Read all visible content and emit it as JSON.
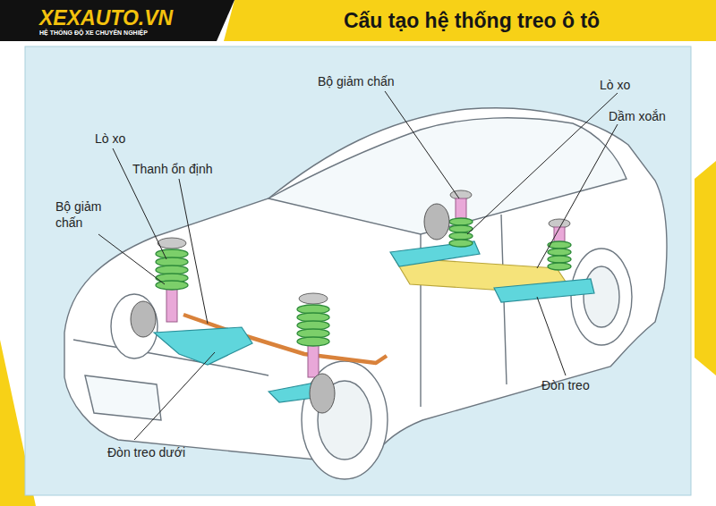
{
  "diagram": {
    "title": "Cấu tạo hệ thống treo ô tô",
    "labels": [
      "XEXAUTO.VN",
      "HỆ THỐNG ĐỘ XE CHUYÊN NGHIỆP",
      "Bộ giảm chấn",
      "Lò xo",
      "Dầm xoắn",
      "Lò xo",
      "Thanh ổn định",
      "Bộ giảm chấn",
      "Đòn treo",
      "Đòn treo dưới"
    ]
  }
}
